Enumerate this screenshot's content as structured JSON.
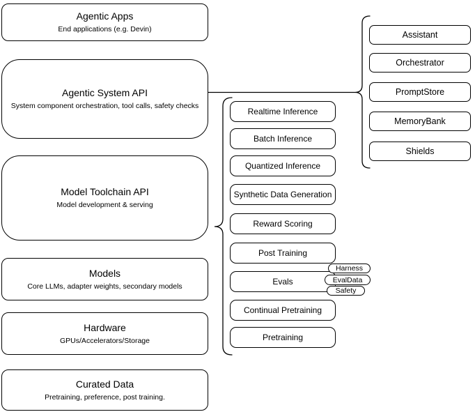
{
  "colors": {
    "stroke": "#000000",
    "background": "#ffffff"
  },
  "left_column": [
    {
      "title": "Agentic Apps",
      "subtitle": "End applications (e.g. Devin)"
    },
    {
      "title": "Agentic System API",
      "subtitle": "System component orchestration, tool calls, safety checks"
    },
    {
      "title": "Model Toolchain API",
      "subtitle": "Model development & serving"
    },
    {
      "title": "Models",
      "subtitle": "Core LLMs, adapter weights, secondary models"
    },
    {
      "title": "Hardware",
      "subtitle": "GPUs/Accelerators/Storage"
    },
    {
      "title": "Curated Data",
      "subtitle": "Pretraining, preference, post training."
    }
  ],
  "middle_column": [
    "Realtime Inference",
    "Batch Inference",
    "Quantized Inference",
    "Synthetic Data Generation",
    "Reward Scoring",
    "Post Training",
    "Evals",
    "Continual Pretraining",
    "Pretraining"
  ],
  "eval_tags": [
    "Harness",
    "EvalData",
    "Safety"
  ],
  "right_column": [
    "Assistant",
    "Orchestrator",
    "PromptStore",
    "MemoryBank",
    "Shields"
  ]
}
